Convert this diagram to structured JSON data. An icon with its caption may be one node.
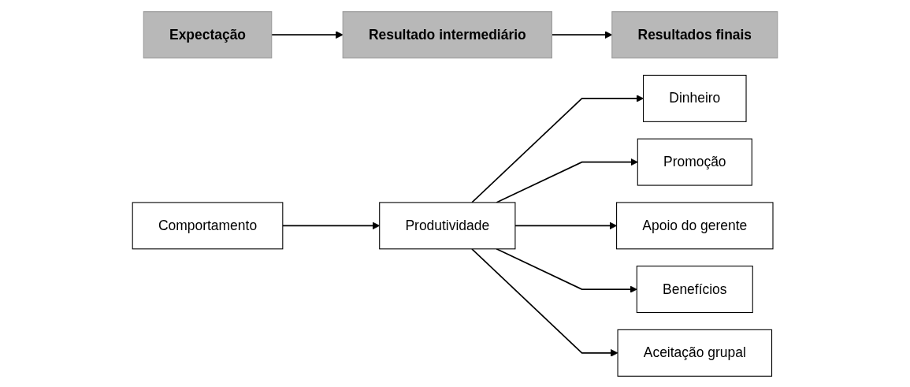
{
  "diagram": {
    "nodes": [
      {
        "text": [
          "Expectação"
        ]
      },
      {
        "text": [
          "Resultado intermediário"
        ]
      },
      {
        "text": [
          "Resultados finais"
        ]
      },
      {
        "text": [
          "Comportamento"
        ]
      },
      {
        "text": [
          "Produtividade"
        ]
      },
      {
        "text": [
          "Dinheiro"
        ]
      },
      {
        "text": [
          "Promoção"
        ]
      },
      {
        "text": [
          "Apoio do gerente"
        ]
      },
      {
        "text": [
          "Benefícios"
        ]
      },
      {
        "text": [
          "Aceitação grupal"
        ]
      }
    ],
    "edges": [
      {
        "from": 0,
        "to": 1,
        "arrow": "to"
      },
      {
        "from": 1,
        "to": 2,
        "arrow": "to"
      },
      {
        "from": 3,
        "to": 4,
        "arrow": "to"
      },
      {
        "from": 4,
        "to": 5,
        "arrow": "to"
      },
      {
        "from": 4,
        "to": 6,
        "arrow": "to"
      },
      {
        "from": 4,
        "to": 7,
        "arrow": "to"
      },
      {
        "from": 4,
        "to": 8,
        "arrow": "to"
      },
      {
        "from": 4,
        "to": 9,
        "arrow": "to"
      }
    ]
  }
}
